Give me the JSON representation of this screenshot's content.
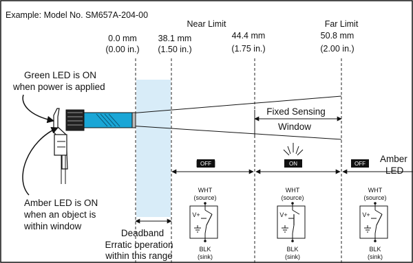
{
  "example_label": "Example: Model No. SM657A-204-00",
  "positions": [
    {
      "id": "p0",
      "title": "",
      "mm": "0.0 mm",
      "inch": "(0.00 in.)"
    },
    {
      "id": "p1",
      "title": "",
      "mm": "38.1 mm",
      "inch": "(1.50 in.)"
    },
    {
      "id": "p2",
      "title": "Near Limit",
      "mm": "44.4 mm",
      "inch": "(1.75 in.)"
    },
    {
      "id": "p3",
      "title": "Far Limit",
      "mm": "50.8 mm",
      "inch": "(2.00 in.)"
    }
  ],
  "green_led_note": [
    "Green LED is ON",
    "when power is applied"
  ],
  "amber_led_note": [
    "Amber LED is ON",
    "when an object is",
    "within window"
  ],
  "fixed_window": [
    "Fixed Sensing",
    "Window"
  ],
  "deadband": [
    "Deadband",
    "Erratic operation",
    "within this range"
  ],
  "amber_led_label": [
    "Amber",
    "LED"
  ],
  "led_states": [
    "OFF",
    "ON",
    "OFF"
  ],
  "circuit": {
    "source_top": "WHT",
    "source_bottom": "(source)",
    "supply": "V+",
    "sink_top": "BLK",
    "sink_bottom": "(sink)"
  },
  "colors": {
    "deadband_fill": "#d8ecf8",
    "sensor_cyan": "#1aa6d6",
    "led_badge": "#111111"
  }
}
